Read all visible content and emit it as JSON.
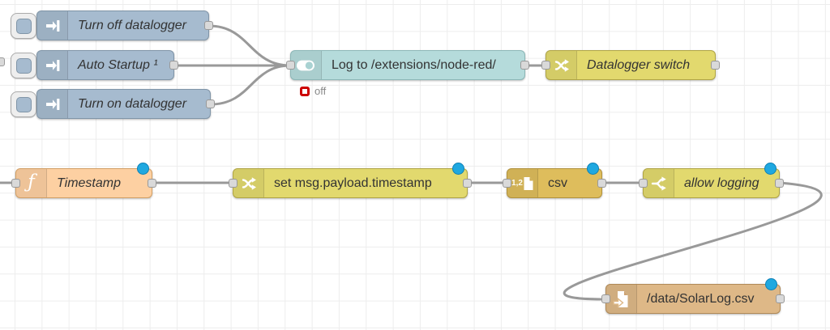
{
  "app": "node-red-flow-editor",
  "canvas": {
    "background": "#ffffff",
    "grid_color": "#ededed",
    "wire_color": "#999999",
    "changed_dot_color": "#1fa8e0",
    "status_error_color": "#cc0000"
  },
  "palette_colors": {
    "inject": "#a6bbcf",
    "dashboard_switch": "#b5dbdb",
    "switch_change": "#e2d96e",
    "csv_parser": "#debd5c",
    "file_storage": "#deb887",
    "function": "#fdd0a2"
  },
  "nodes": [
    {
      "label": "Turn off datalogger",
      "type": "inject",
      "icon": "inject-icon"
    },
    {
      "label": "Auto Startup ¹",
      "type": "inject",
      "icon": "inject-icon"
    },
    {
      "label": "Turn on datalogger",
      "type": "inject",
      "icon": "inject-icon"
    },
    {
      "label": "Log to /extensions/node-red/",
      "type": "dashboard-switch",
      "icon": "toggle-icon",
      "status": "off",
      "status_shape": "ring",
      "status_color": "#cc0000"
    },
    {
      "label": "Datalogger switch",
      "type": "change",
      "icon": "shuffle-icon"
    },
    {
      "label": "Timestamp",
      "type": "function",
      "icon": "function-icon",
      "changed": true
    },
    {
      "label": "set msg.payload.timestamp",
      "type": "change",
      "icon": "shuffle-icon",
      "changed": true
    },
    {
      "label": "csv",
      "type": "csv-parser",
      "icon": "csv-icon",
      "csv_icon_text": "1,2",
      "changed": true
    },
    {
      "label": "allow logging",
      "type": "switch",
      "icon": "switch-icon",
      "changed": true
    },
    {
      "label": "/data/SolarLog.csv",
      "type": "file-write",
      "icon": "file-export-icon",
      "changed": true
    }
  ],
  "wires": [
    {
      "from": "Turn off datalogger",
      "to": "Log to /extensions/node-red/"
    },
    {
      "from": "Auto Startup ¹",
      "to": "Log to /extensions/node-red/"
    },
    {
      "from": "Turn on datalogger",
      "to": "Log to /extensions/node-red/"
    },
    {
      "from": "Log to /extensions/node-red/",
      "to": "Datalogger switch"
    },
    {
      "from": "off-screen-left",
      "to": "Timestamp"
    },
    {
      "from": "Timestamp",
      "to": "set msg.payload.timestamp"
    },
    {
      "from": "set msg.payload.timestamp",
      "to": "csv"
    },
    {
      "from": "csv",
      "to": "allow logging"
    },
    {
      "from": "allow logging",
      "to": "/data/SolarLog.csv"
    }
  ]
}
